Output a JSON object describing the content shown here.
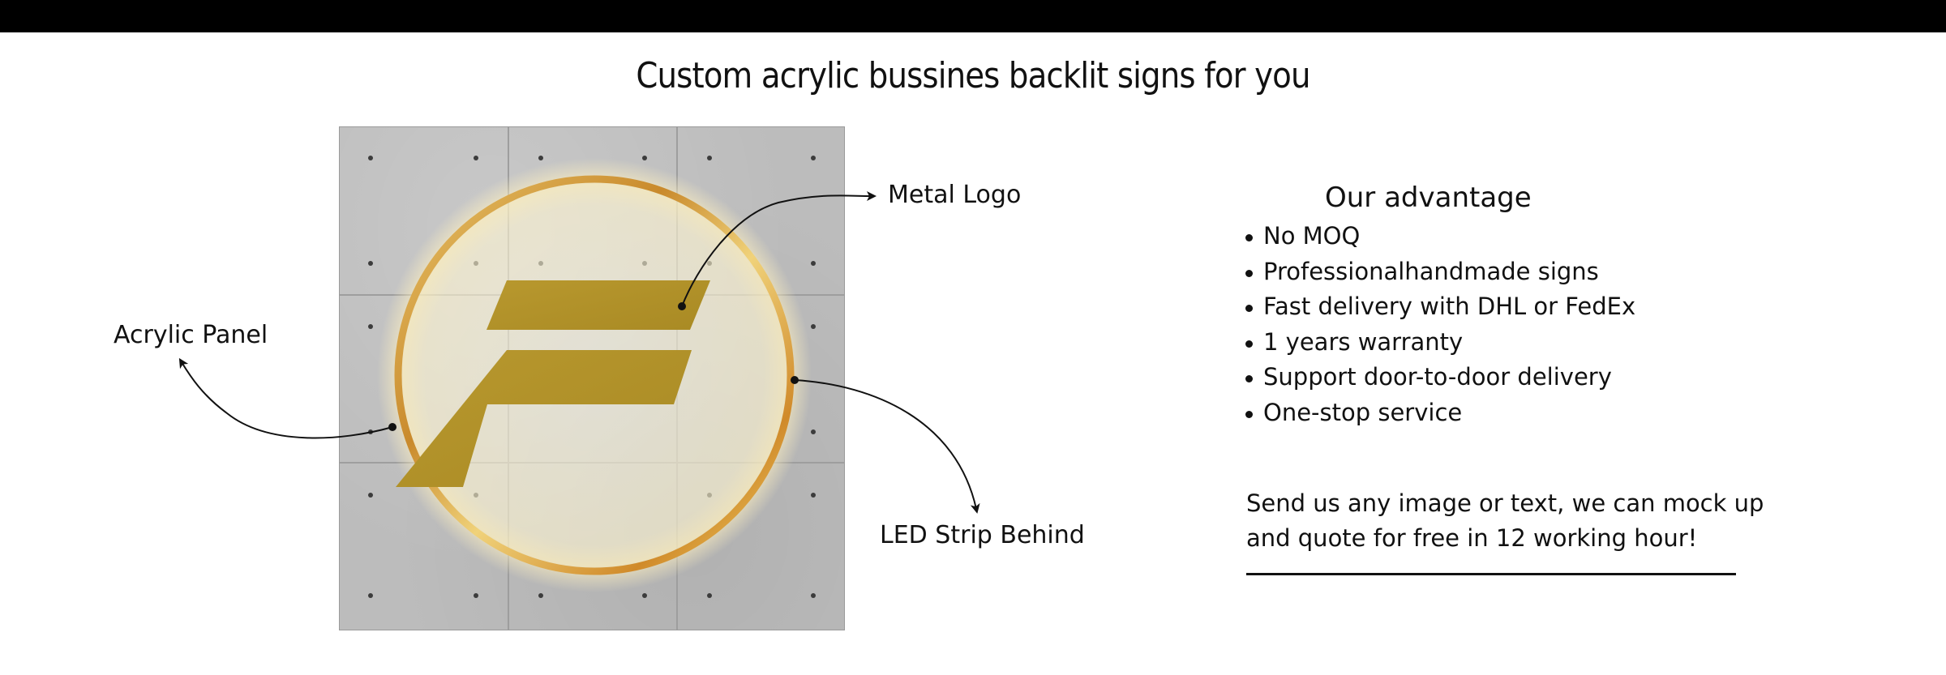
{
  "page": {
    "title": "Custom acrylic bussines backlit signs for you"
  },
  "callouts": {
    "metal_logo": "Metal Logo",
    "acrylic_panel": "Acrylic Panel",
    "led_strip": "LED Strip Behind"
  },
  "advantages": {
    "heading": "Our advantage",
    "items": [
      "No MOQ",
      "Professionalhandmade signs",
      "Fast delivery with DHL or FedEx",
      "1 years warranty",
      "Support door-to-door delivery",
      "One-stop service"
    ]
  },
  "quote": {
    "text": "Send us any image or text, we can mock up and quote for free in 12 working hour!"
  },
  "colors": {
    "top_bar": "#000000",
    "concrete": "#bcbcbc",
    "gold": "#b5952b",
    "ring_gold": "#d08a2a",
    "text": "#111111"
  }
}
